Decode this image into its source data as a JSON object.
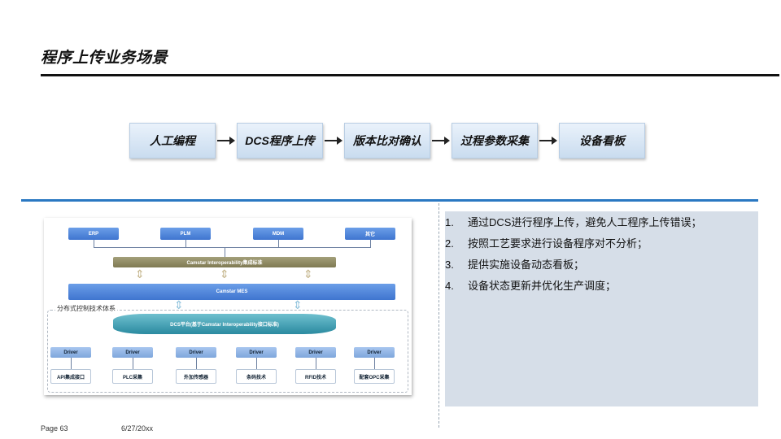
{
  "title": "程序上传业务场景",
  "flow": [
    "人工编程",
    "DCS程序上传",
    "版本比对确认",
    "过程参数采集",
    "设备看板"
  ],
  "diagram": {
    "top_systems": [
      "ERP",
      "PLM",
      "MDM",
      "其它"
    ],
    "integration_bar": "Camstar Interoperability集成标准",
    "mes_bar": "Camstar MES",
    "region_label": "分布式控制技术体系",
    "dcs_platform": "DCS平台(基于Camstar Interoperability接口标准)",
    "driver_label": "Driver",
    "bottom_modules": [
      "API集成接口",
      "PLC采集",
      "外加传感器",
      "条码技术",
      "RFID技术",
      "配套OPC采集"
    ]
  },
  "info_points": [
    {
      "num": "1.",
      "text": "通过DCS进行程序上传，避免人工程序上传错误；"
    },
    {
      "num": "2.",
      "text": "按照工艺要求进行设备程序对不分析；"
    },
    {
      "num": "3.",
      "text": "提供实施设备动态看板；"
    },
    {
      "num": "4.",
      "text": "设备状态更新并优化生产调度；"
    }
  ],
  "footer": {
    "page": "Page 63",
    "date": "6/27/20xx"
  }
}
